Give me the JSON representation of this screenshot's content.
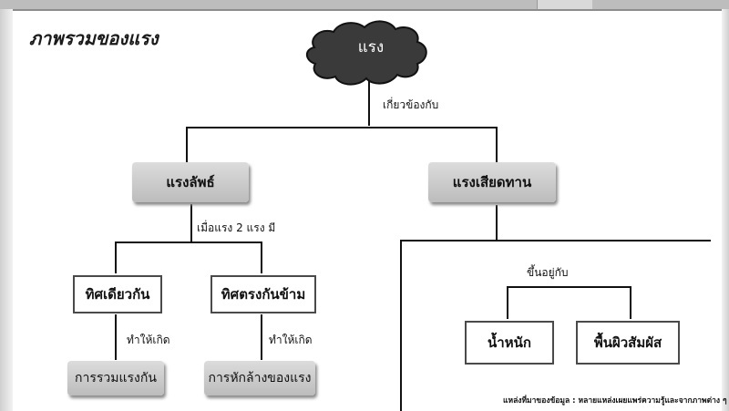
{
  "title": "ภาพรวมของแรง",
  "root": {
    "label": "แรง"
  },
  "root_relation": "เกี่ยวข้องกับ",
  "branches": {
    "resultant": {
      "label": "แรงลัพธ์"
    },
    "resultant_relation": "เมื่อแรง 2 แรง มี",
    "friction": {
      "label": "แรงเสียดทาน"
    },
    "friction_relation": "ขึ้นอยู่กับ"
  },
  "directions": {
    "same": {
      "label": "ทิศเดียวกัน",
      "relation": "ทำให้เกิด",
      "result": "การรวมแรงกัน"
    },
    "opposite": {
      "label": "ทิศตรงกันข้าม",
      "relation": "ทำให้เกิด",
      "result": "การหักล้างของแรง"
    }
  },
  "friction_factors": {
    "weight": "น้ำหนัก",
    "surface": "พื้นผิวสัมผัส"
  },
  "source_note": "แหล่งที่มาของข้อมูล : หลายแหล่งเผยแพร่ความรู้และจากภาพต่าง ๆ"
}
